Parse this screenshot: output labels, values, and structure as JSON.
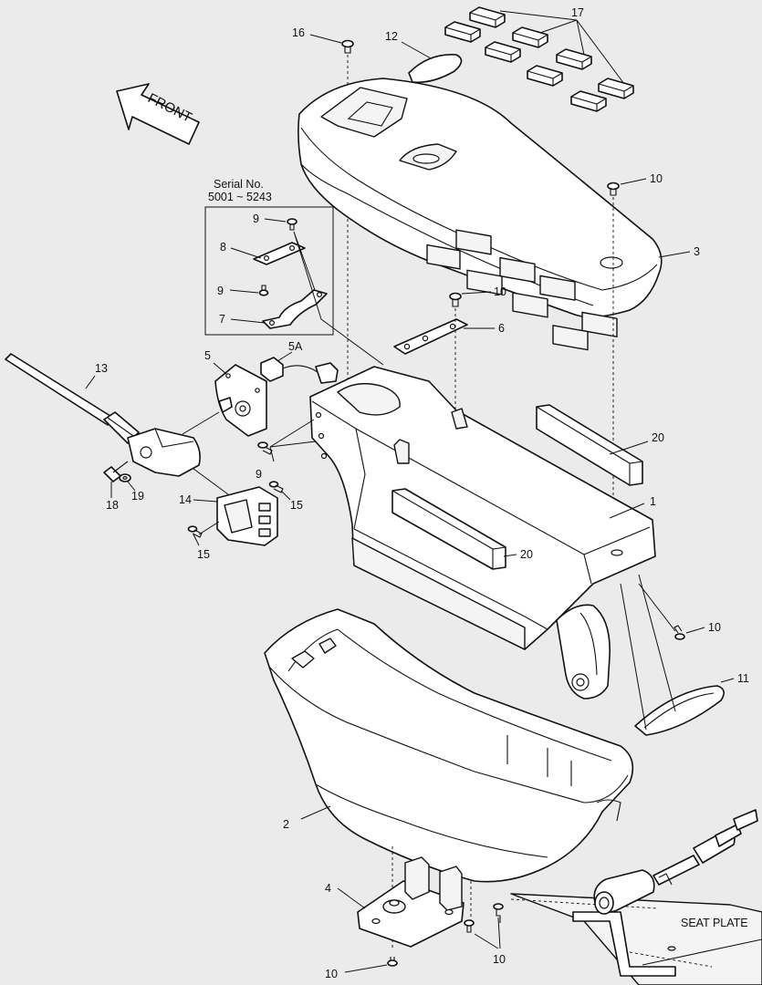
{
  "front_label": "FRONT",
  "serial_box": {
    "line1": "Serial No.",
    "line2": "5001 ~ 5243"
  },
  "seat_plate_label": "SEAT PLATE",
  "callouts": {
    "c1": "1",
    "c2": "2",
    "c3": "3",
    "c4": "4",
    "c5": "5",
    "c5a": "5A",
    "c6": "6",
    "c7": "7",
    "c8": "8",
    "c9_box_top": "9",
    "c9_box_bottom": "9",
    "c9_main": "9",
    "c10_top": "10",
    "c10_bracket": "10",
    "c10_right": "10",
    "c10_bottom_right": "10",
    "c10_bottom_left": "10",
    "c11": "11",
    "c12": "12",
    "c13": "13",
    "c14": "14",
    "c15_right": "15",
    "c15_left": "15",
    "c16": "16",
    "c17": "17",
    "c18": "18",
    "c19": "19",
    "c20_right": "20",
    "c20_left": "20"
  }
}
